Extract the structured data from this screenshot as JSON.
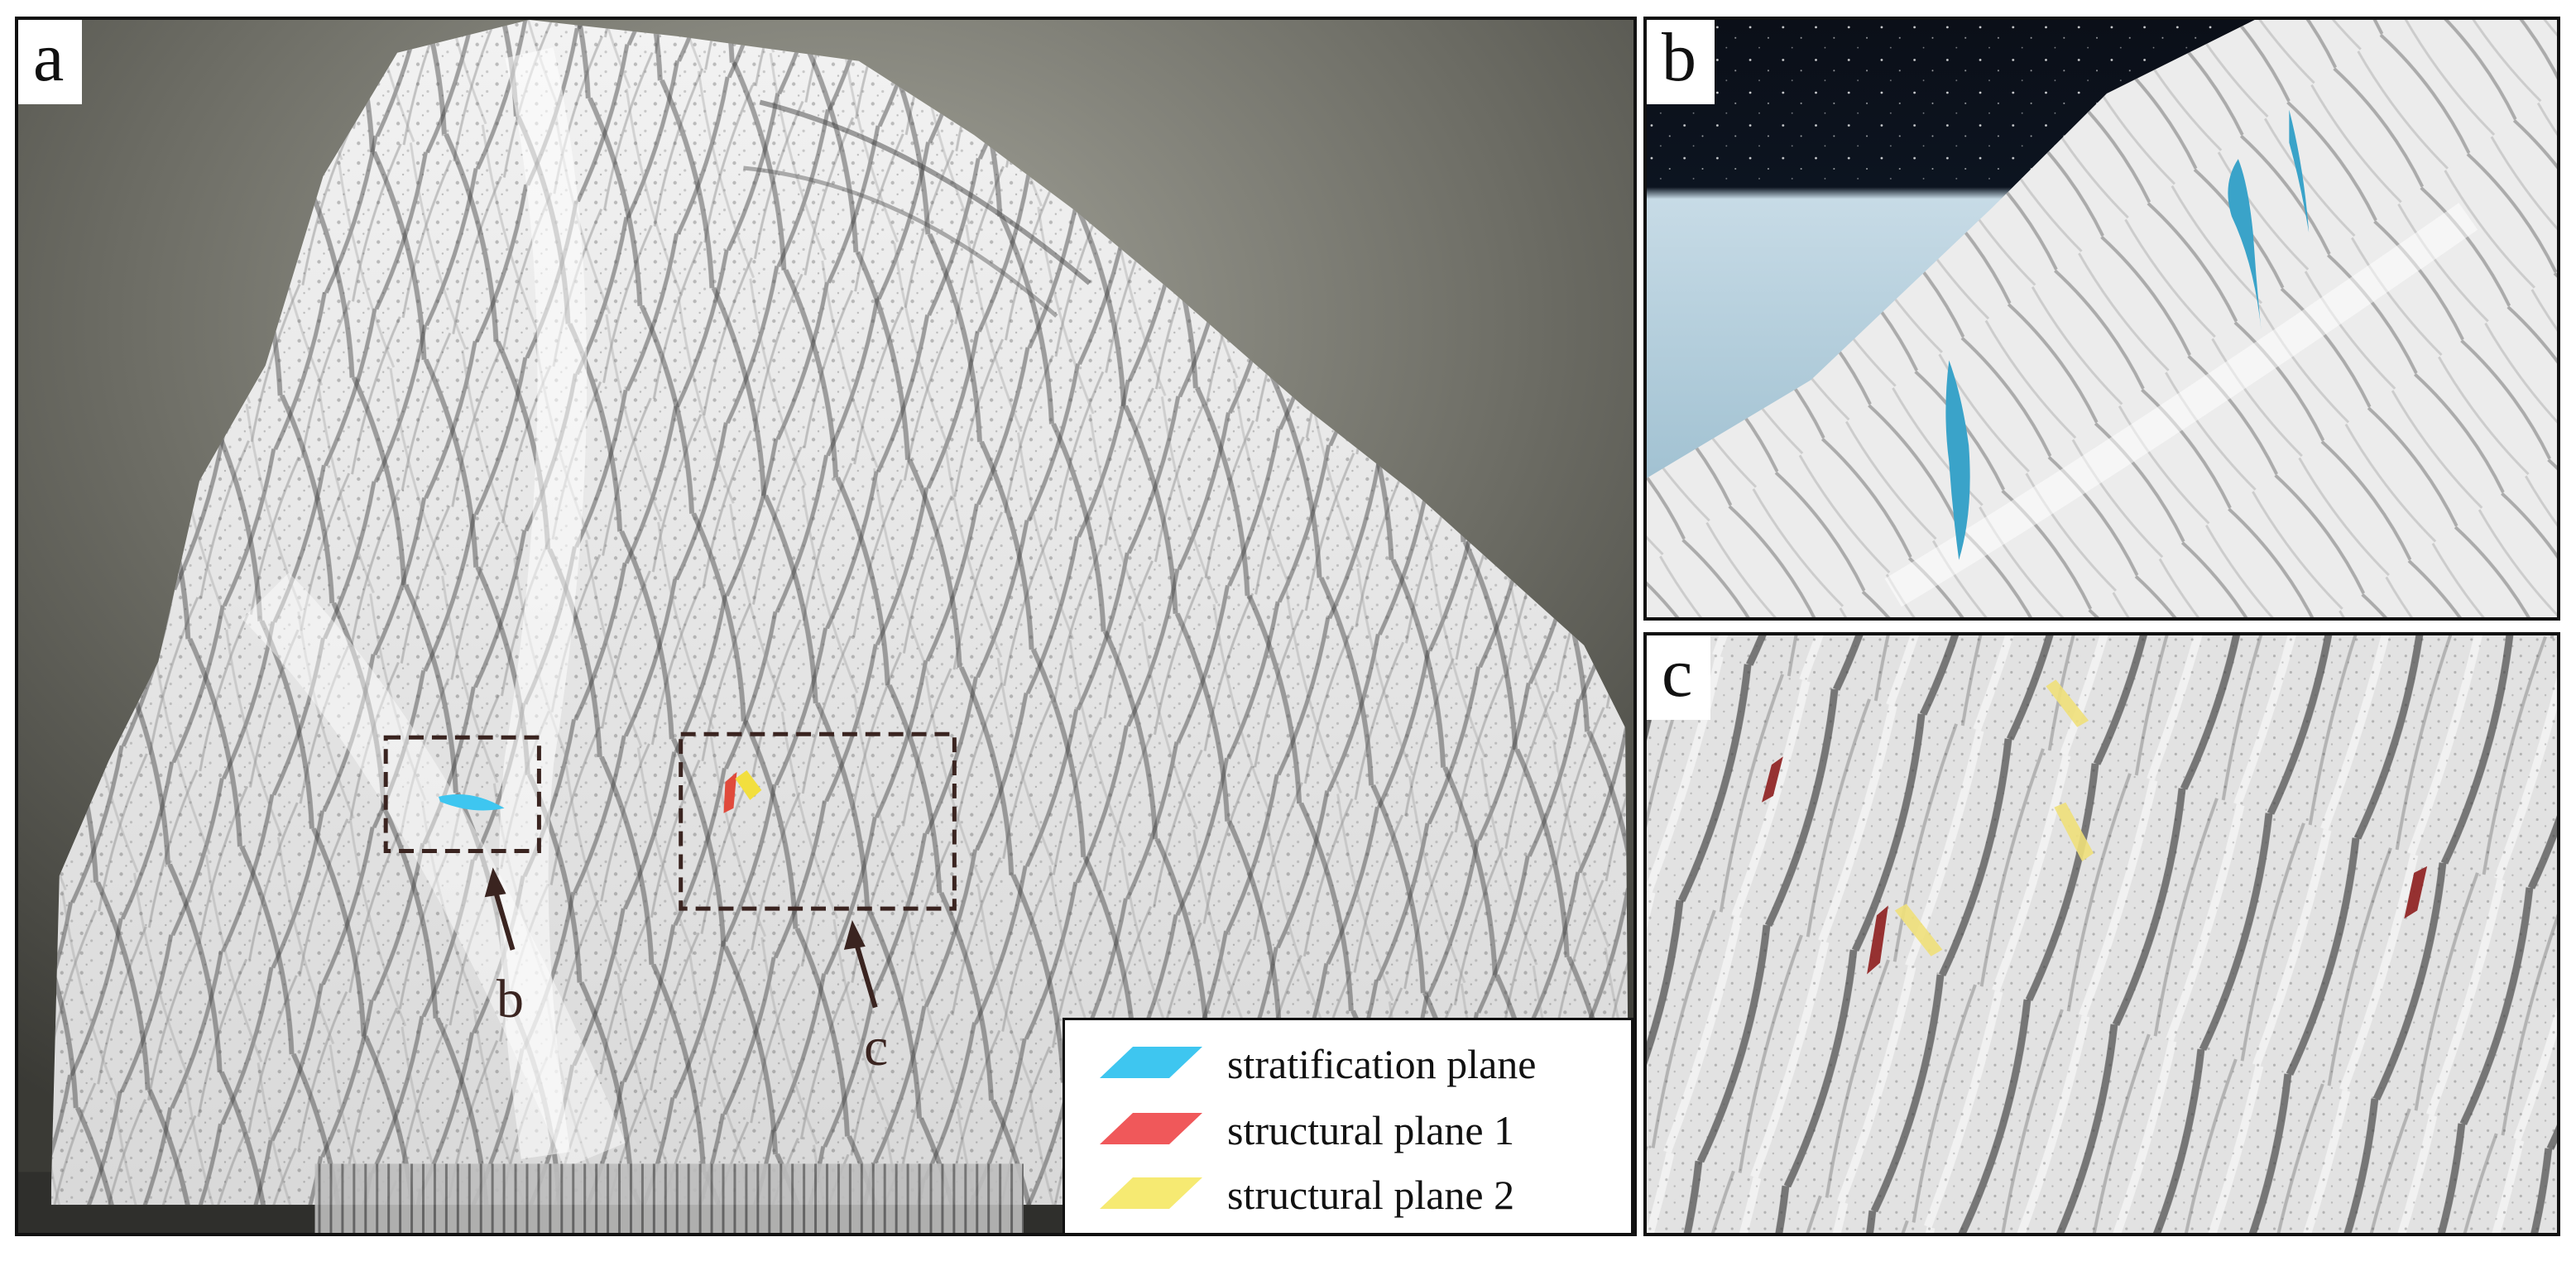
{
  "panels": {
    "a": {
      "label": "a"
    },
    "b": {
      "label": "b"
    },
    "c": {
      "label": "c"
    }
  },
  "callouts": {
    "b": "b",
    "c": "c"
  },
  "legend": {
    "items": [
      {
        "label": "stratification plane",
        "color": "#3ec6f0"
      },
      {
        "label": "structural plane 1",
        "color": "#f0585a"
      },
      {
        "label": "structural plane 2",
        "color": "#f6ea72"
      }
    ]
  }
}
